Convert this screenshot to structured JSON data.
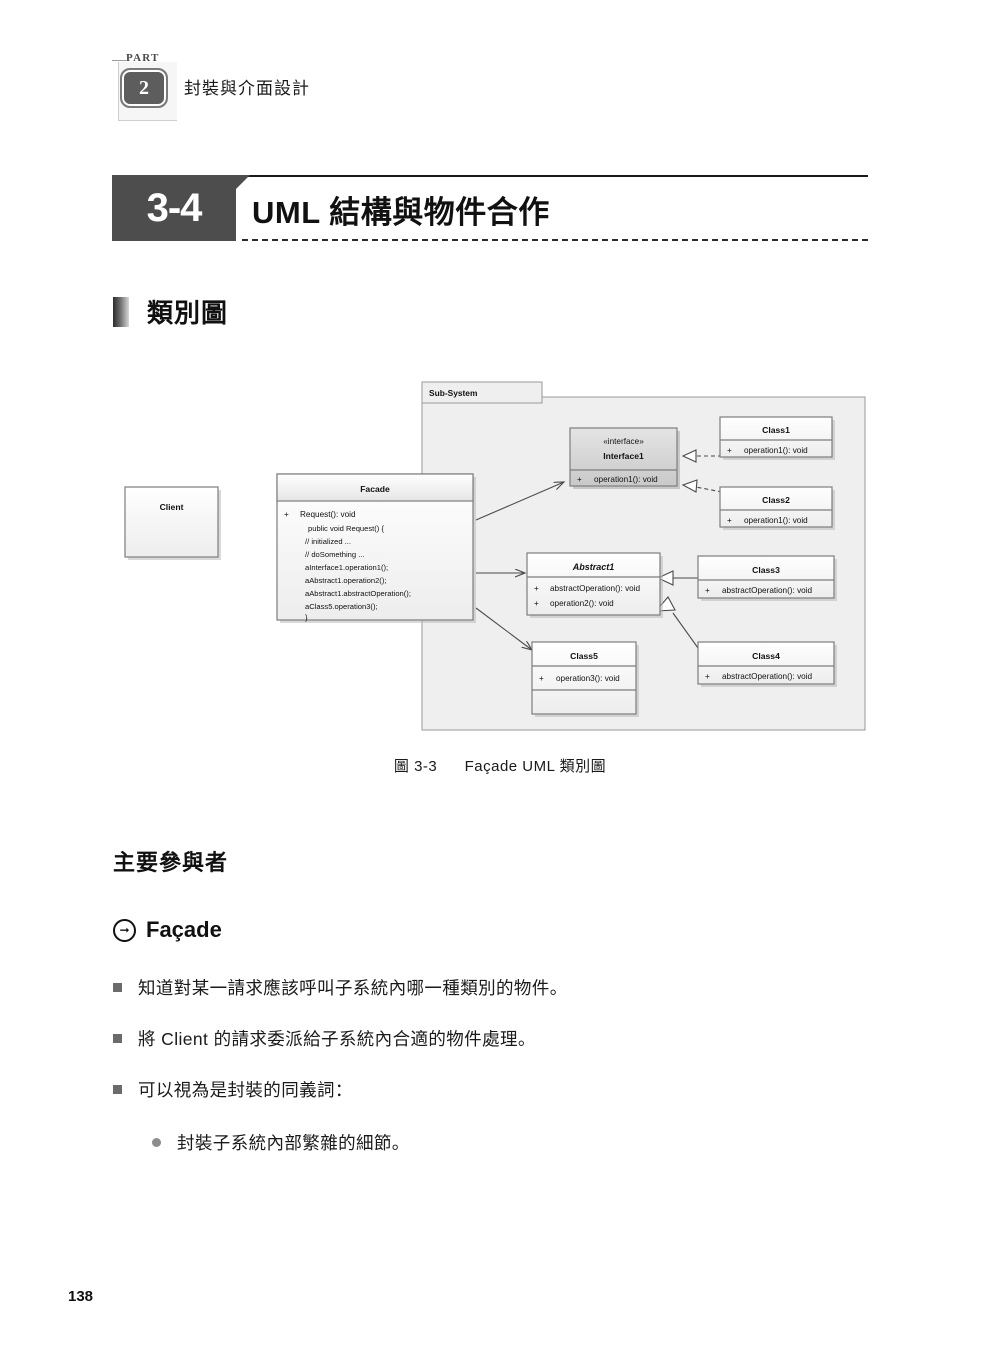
{
  "part": {
    "word": "PART",
    "number": "2",
    "title": "封裝與介面設計"
  },
  "section": {
    "number": "3-4",
    "title": "UML 結構與物件合作"
  },
  "subheading": {
    "text": "類別圖"
  },
  "figure": {
    "caption_label": "圖 3-3",
    "caption_text": "Façade UML 類別圖"
  },
  "diagram": {
    "package": {
      "name": "Sub-System"
    },
    "client": {
      "name": "Client"
    },
    "facade": {
      "name": "Facade",
      "visibility": "+",
      "operation": "Request(): void",
      "code_lines": [
        "public void Request() {",
        "// initialized ...",
        "// doSomething ...",
        "aInterface1.operation1();",
        "aAbstract1.operation2();",
        "aAbstract1.abstractOperation();",
        "aClass5.operation3();",
        "}"
      ]
    },
    "interface1": {
      "stereotype": "«interface»",
      "name": "Interface1",
      "members": [
        {
          "vis": "+",
          "sig": "operation1(): void"
        }
      ]
    },
    "class1": {
      "name": "Class1",
      "members": [
        {
          "vis": "+",
          "sig": "operation1(): void"
        }
      ]
    },
    "class2": {
      "name": "Class2",
      "members": [
        {
          "vis": "+",
          "sig": "operation1(): void"
        }
      ]
    },
    "abstract1": {
      "name": "Abstract1",
      "members": [
        {
          "vis": "+",
          "sig": "abstractOperation(): void"
        },
        {
          "vis": "+",
          "sig": "operation2(): void"
        }
      ]
    },
    "class3": {
      "name": "Class3",
      "members": [
        {
          "vis": "+",
          "sig": "abstractOperation(): void"
        }
      ]
    },
    "class4": {
      "name": "Class4",
      "members": [
        {
          "vis": "+",
          "sig": "abstractOperation(): void"
        }
      ]
    },
    "class5": {
      "name": "Class5",
      "members": [
        {
          "vis": "+",
          "sig": "operation3(): void"
        }
      ]
    }
  },
  "body": {
    "heading_participants": "主要參與者",
    "heading_facade": "Façade",
    "facade_icon": "arrow-right-circle-icon",
    "bullets": [
      "知道對某一請求應該呼叫子系統內哪一種類別的物件。",
      "將 Client 的請求委派給子系統內合適的物件處理。",
      "可以視為是封裝的同義詞："
    ],
    "subbullets": [
      "封裝子系統內部繁雜的細節。"
    ]
  },
  "page": {
    "number": "138"
  },
  "colors": {
    "section_box": "#4d4d4d",
    "bullet_square": "#6b6b6b",
    "bullet_dot": "#8c8c8c",
    "text": "#1a1a1a"
  }
}
